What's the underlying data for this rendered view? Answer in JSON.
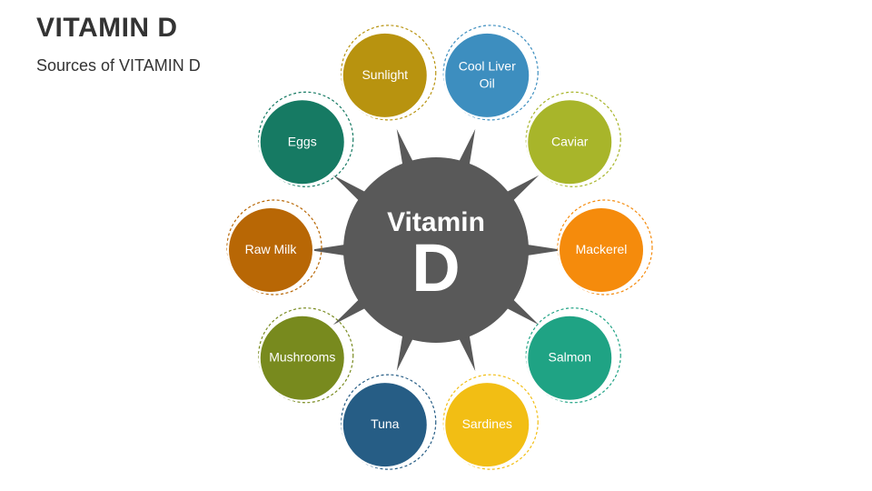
{
  "slide": {
    "title": "VITAMIN D",
    "subtitle": "Sources of VITAMIN D"
  },
  "hub": {
    "line1": "Vitamin",
    "line2": "D",
    "color": "#595959"
  },
  "sources": [
    {
      "label": [
        "Sunlight"
      ],
      "color": "#B8930F"
    },
    {
      "label": [
        "Cool Liver",
        "Oil"
      ],
      "color": "#3D8EBF"
    },
    {
      "label": [
        "Caviar"
      ],
      "color": "#A8B52A"
    },
    {
      "label": [
        "Mackerel"
      ],
      "color": "#F58B0C"
    },
    {
      "label": [
        "Salmon"
      ],
      "color": "#1FA384"
    },
    {
      "label": [
        "Sardines"
      ],
      "color": "#F2BE14"
    },
    {
      "label": [
        "Tuna"
      ],
      "color": "#265D85"
    },
    {
      "label": [
        "Mushrooms"
      ],
      "color": "#788A1E"
    },
    {
      "label": [
        "Raw Milk"
      ],
      "color": "#B86705"
    },
    {
      "label": [
        "Eggs"
      ],
      "color": "#167A63"
    }
  ]
}
